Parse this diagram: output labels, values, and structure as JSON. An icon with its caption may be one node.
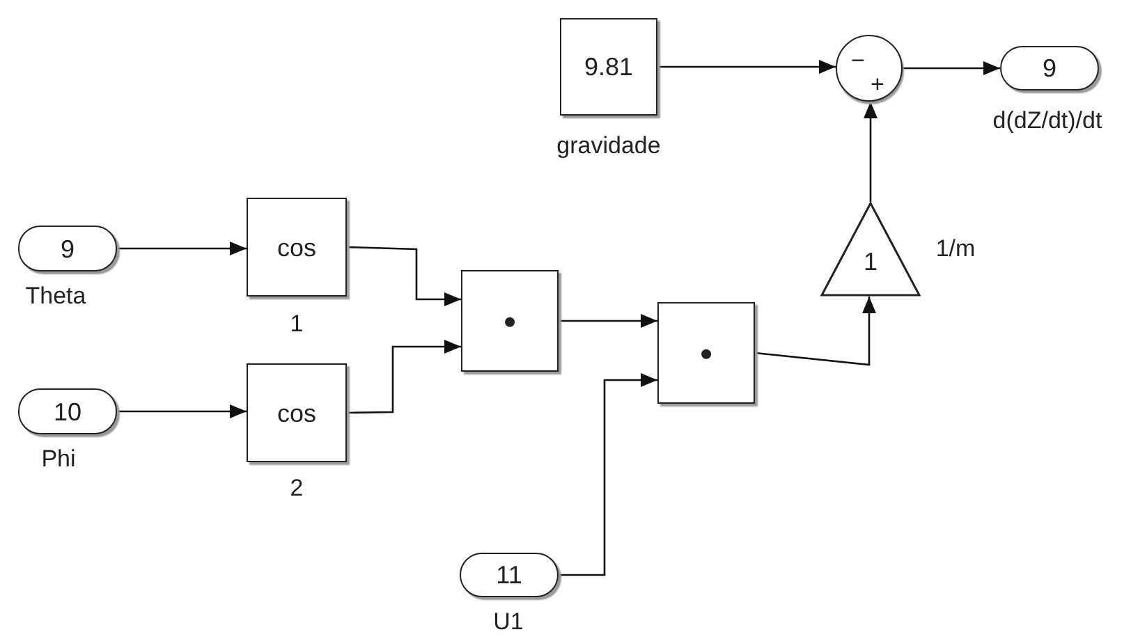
{
  "diagram": {
    "nodes": [
      {
        "text": [
          "9.81"
        ],
        "beside": [
          "gravidade"
        ]
      },
      {
        "text": [
          "−",
          "+"
        ]
      },
      {
        "text": [
          "9"
        ],
        "beside": [
          "d(dZ/dt)/dt"
        ]
      },
      {
        "text": [
          "9"
        ],
        "beside": [
          "Theta"
        ]
      },
      {
        "text": [
          "cos"
        ],
        "beside": [
          "1"
        ]
      },
      {
        "text": [
          "10"
        ],
        "beside": [
          "Phi"
        ]
      },
      {
        "text": [
          "cos"
        ],
        "beside": [
          "2"
        ]
      },
      {
        "text": [
          "•"
        ]
      },
      {
        "text": [
          "•"
        ]
      },
      {
        "text": [
          "11"
        ],
        "beside": [
          "U1"
        ]
      },
      {
        "text": [
          "1"
        ],
        "beside": [
          "1/m"
        ]
      }
    ],
    "edges": [
      {
        "from": 0,
        "to": 1,
        "arrow": "to"
      },
      {
        "from": 1,
        "to": 2,
        "arrow": "to"
      },
      {
        "from": 10,
        "to": 1,
        "arrow": "to"
      },
      {
        "from": 3,
        "to": 4,
        "arrow": "to"
      },
      {
        "from": 5,
        "to": 6,
        "arrow": "to"
      },
      {
        "from": 4,
        "to": 7,
        "arrow": "to"
      },
      {
        "from": 6,
        "to": 7,
        "arrow": "to"
      },
      {
        "from": 7,
        "to": 8,
        "arrow": "to"
      },
      {
        "from": 9,
        "to": 8,
        "arrow": "to"
      },
      {
        "from": 8,
        "to": 10,
        "arrow": "to"
      }
    ]
  }
}
